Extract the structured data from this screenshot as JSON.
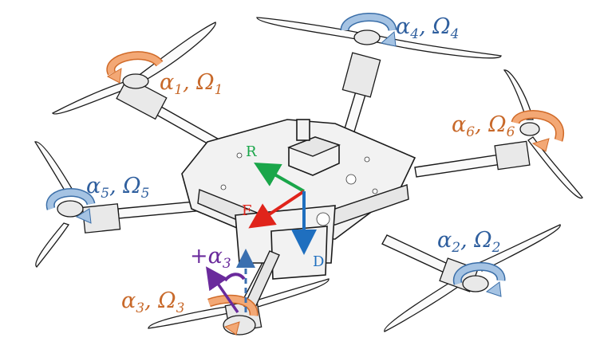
{
  "rotors": [
    {
      "id": "1",
      "label": "α1, Ω1",
      "alpha": "α",
      "sub": "1",
      "omega": "Ω",
      "color": "#c8692a"
    },
    {
      "id": "2",
      "label": "α2, Ω2",
      "alpha": "α",
      "sub": "2",
      "omega": "Ω",
      "color": "#2f5f9e"
    },
    {
      "id": "3",
      "label": "α3, Ω3",
      "alpha": "α",
      "sub": "3",
      "omega": "Ω",
      "color": "#c8692a"
    },
    {
      "id": "4",
      "label": "α4, Ω4",
      "alpha": "α",
      "sub": "4",
      "omega": "Ω",
      "color": "#2f5f9e"
    },
    {
      "id": "5",
      "label": "α5, Ω5",
      "alpha": "α",
      "sub": "5",
      "omega": "Ω",
      "color": "#2f5f9e"
    },
    {
      "id": "6",
      "label": "α6, Ω6",
      "alpha": "α",
      "sub": "6",
      "omega": "Ω",
      "color": "#c8692a"
    }
  ],
  "tilt_label": {
    "sign": "+",
    "alpha": "α",
    "sub": "3",
    "color": "#6a2a9c"
  },
  "axes": [
    {
      "name": "R",
      "color": "#1aa64a"
    },
    {
      "name": "F",
      "color": "#e0241b"
    },
    {
      "name": "D",
      "color": "#1f6fbf"
    }
  ],
  "colors": {
    "orange": "#c8692a",
    "blue": "#2f5f9e",
    "purple": "#6a2a9c",
    "arrow_orange": "#f0a070",
    "arrow_blue": "#8fb4d9"
  }
}
